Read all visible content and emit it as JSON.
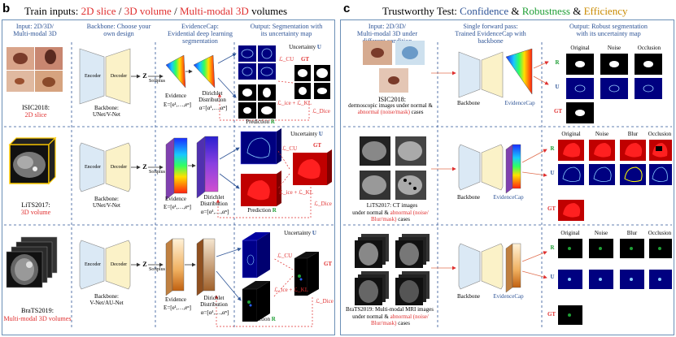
{
  "panel_b": {
    "letter": "b",
    "title_prefix": "Train inputs: ",
    "title_2d": "2D slice",
    "title_sep1": " / ",
    "title_3d": "3D volume",
    "title_sep2": " / ",
    "title_mm": "Multi-modal 3D",
    "title_suffix": " volumes",
    "col_headers": {
      "input": "Input: 2D/3D/\nMulti-modal 3D",
      "backbone": "Backbone: Choose your\nown design",
      "evidencecap": "EvidenceCap:\nEvidential deep learning\nsegmentation",
      "output": "Output: Segmentation with\nits uncertainty map"
    },
    "rows": [
      {
        "dataset": "ISIC2018:",
        "dtype": "2D slice",
        "backbone": "Backbone:\nUNet/V-Net"
      },
      {
        "dataset": "LiTS2017:",
        "dtype": "3D volume",
        "backbone": "Backbone:\nUNet/V-Net"
      },
      {
        "dataset": "BraTS2019:",
        "dtype": "Multi-modal 3D volumes",
        "backbone": "Backbone:\nV-Net/AU-Net"
      }
    ],
    "encoder": "Encoder",
    "decoder": "Decoder",
    "z": "Z",
    "softplus": "Softplus",
    "evidence": "Evidence",
    "evidence_eq": "E=[e¹,…,eⁿ]",
    "dirichlet": "Dirichlet\nDistribution",
    "dirichlet_eq": "α=[α¹,…,αⁿ]",
    "uncertainty": "Uncertainty",
    "u": "U",
    "prediction": "Prediction",
    "r": "R",
    "gt": "GT",
    "l_cu": "ℒ_CU",
    "l_ice_kl": "ℒ_ice + ℒ_KL",
    "l_dice": "ℒ_Dice"
  },
  "panel_c": {
    "letter": "c",
    "title_prefix": "Trustworthy Test: ",
    "title_conf": "Confidence",
    "title_amp1": " & ",
    "title_rob": "Robustness",
    "title_amp2": " & ",
    "title_eff": "Efficiency",
    "col_headers": {
      "input": "Input: 2D/3D/\nMulti-modal 3D under\ndifferent condition",
      "single": "Single forward pass:\nTrained EvidenceCap with\nbackbone",
      "output": "Output: Robust segmentation\nwith its uncertainty map"
    },
    "rows": [
      {
        "dataset": "ISIC2018:",
        "desc1": "dermoscopic images under normal &",
        "desc_abn": "abnormal (noise/mask)",
        "desc2": " cases"
      },
      {
        "dataset": "LiTS2017: CT images",
        "desc1": "under normal & ",
        "desc_abn": "abnormal (noise/\nBlur/mask)",
        "desc2": " cases"
      },
      {
        "dataset": "BraTS2019: Multi-modal MRI images",
        "desc1": "under normal & ",
        "desc_abn": "abnormal (noise/\nBlur/mask)",
        "desc2": " cases"
      }
    ],
    "backbone": "Backbone",
    "evidencecap": "EvidenceCap",
    "cond_row1": [
      "Original",
      "Noise",
      "Occlusion"
    ],
    "cond_row23": [
      "Original",
      "Noise",
      "Blur",
      "Occlusion"
    ],
    "r": "R",
    "u": "U",
    "gt": "GT"
  },
  "colors": {
    "blue_text": "#2f5597",
    "red_text": "#e03030",
    "green_text": "#1f9e35",
    "orange_text": "#c98a00",
    "encoder_fill": "#dbe9f5",
    "decoder_fill": "#fbf2c8",
    "frame": "#6b8fb6"
  }
}
